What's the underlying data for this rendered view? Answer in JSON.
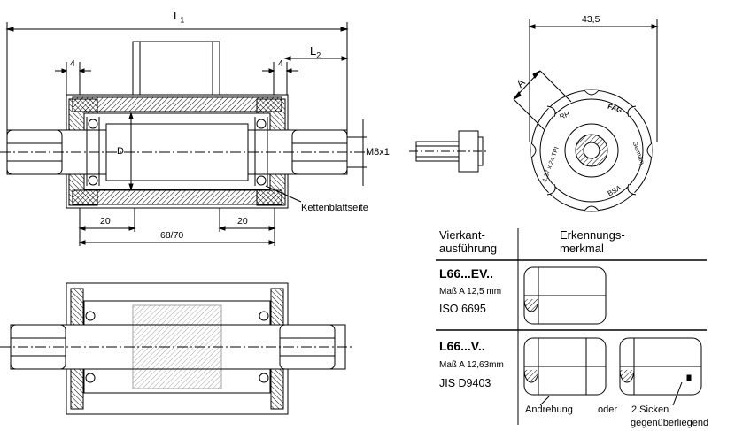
{
  "drawing": {
    "dim_L1": "L",
    "dim_L1_sub": "1",
    "dim_L2": "L",
    "dim_L2_sub": "2",
    "dim_4_left": "4",
    "dim_4_right": "4",
    "dim_D": "D",
    "dim_M8": "M8x1",
    "dim_20_left": "20",
    "dim_20_right": "20",
    "dim_6870": "68/70",
    "side_label": "Kettenblattseite",
    "dim_435": "43,5",
    "dim_A": "A",
    "stamp_RH": "RH",
    "stamp_FAG": "FAG",
    "stamp_germany": "Germany",
    "stamp_BSA": "BSA",
    "stamp_thread": "1,37 x 24 TPI"
  },
  "table": {
    "col1_header": "Vierkant-\nausführung",
    "col2_header": "Erkennungs-\nmerkmal",
    "rows": [
      {
        "name": "L66...EV..",
        "line1": "Maß A 12,5 mm",
        "line2": "ISO 6695"
      },
      {
        "name": "L66...V..",
        "line1": "Maß A 12,63mm",
        "line2": "JIS D9403"
      }
    ],
    "caption_left": "Andrehung",
    "caption_or": "oder",
    "caption_right": "2 Sicken",
    "caption_right2": "gegenüberliegend"
  }
}
